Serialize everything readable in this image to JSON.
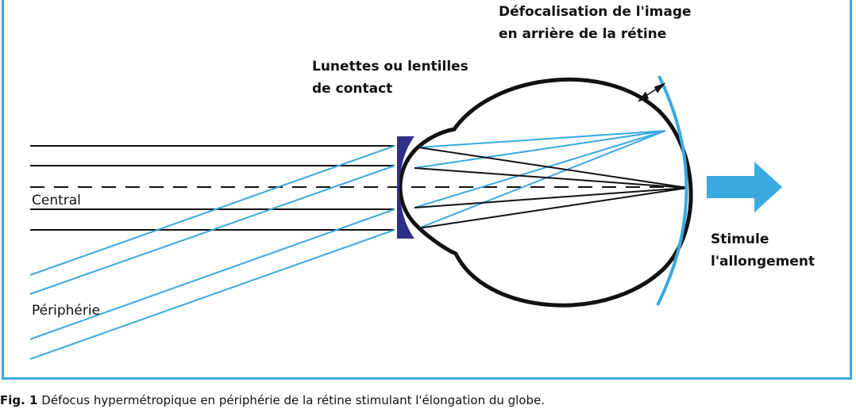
{
  "labels": {
    "defocus_line1": "Défocalisation de l'image",
    "defocus_line2": "en arrière de la rétine",
    "lens_line1": "Lunettes ou lentilles",
    "lens_line2": "de contact",
    "central": "Central",
    "peripherie": "Périphérie",
    "stimule_line1": "Stimule",
    "stimule_line2": "l'allongement"
  },
  "caption": {
    "prefix": "Fig. 1",
    "text": "Défocus hypermétropique en périphérie de la rétine stimulant l'élongation du globe."
  },
  "colors": {
    "frame": "#3aa9e0",
    "ray_blue": "#3aa9e0",
    "ray_black": "#111111",
    "lens": "#2e2f86",
    "arrow": "#3aa9e0"
  }
}
